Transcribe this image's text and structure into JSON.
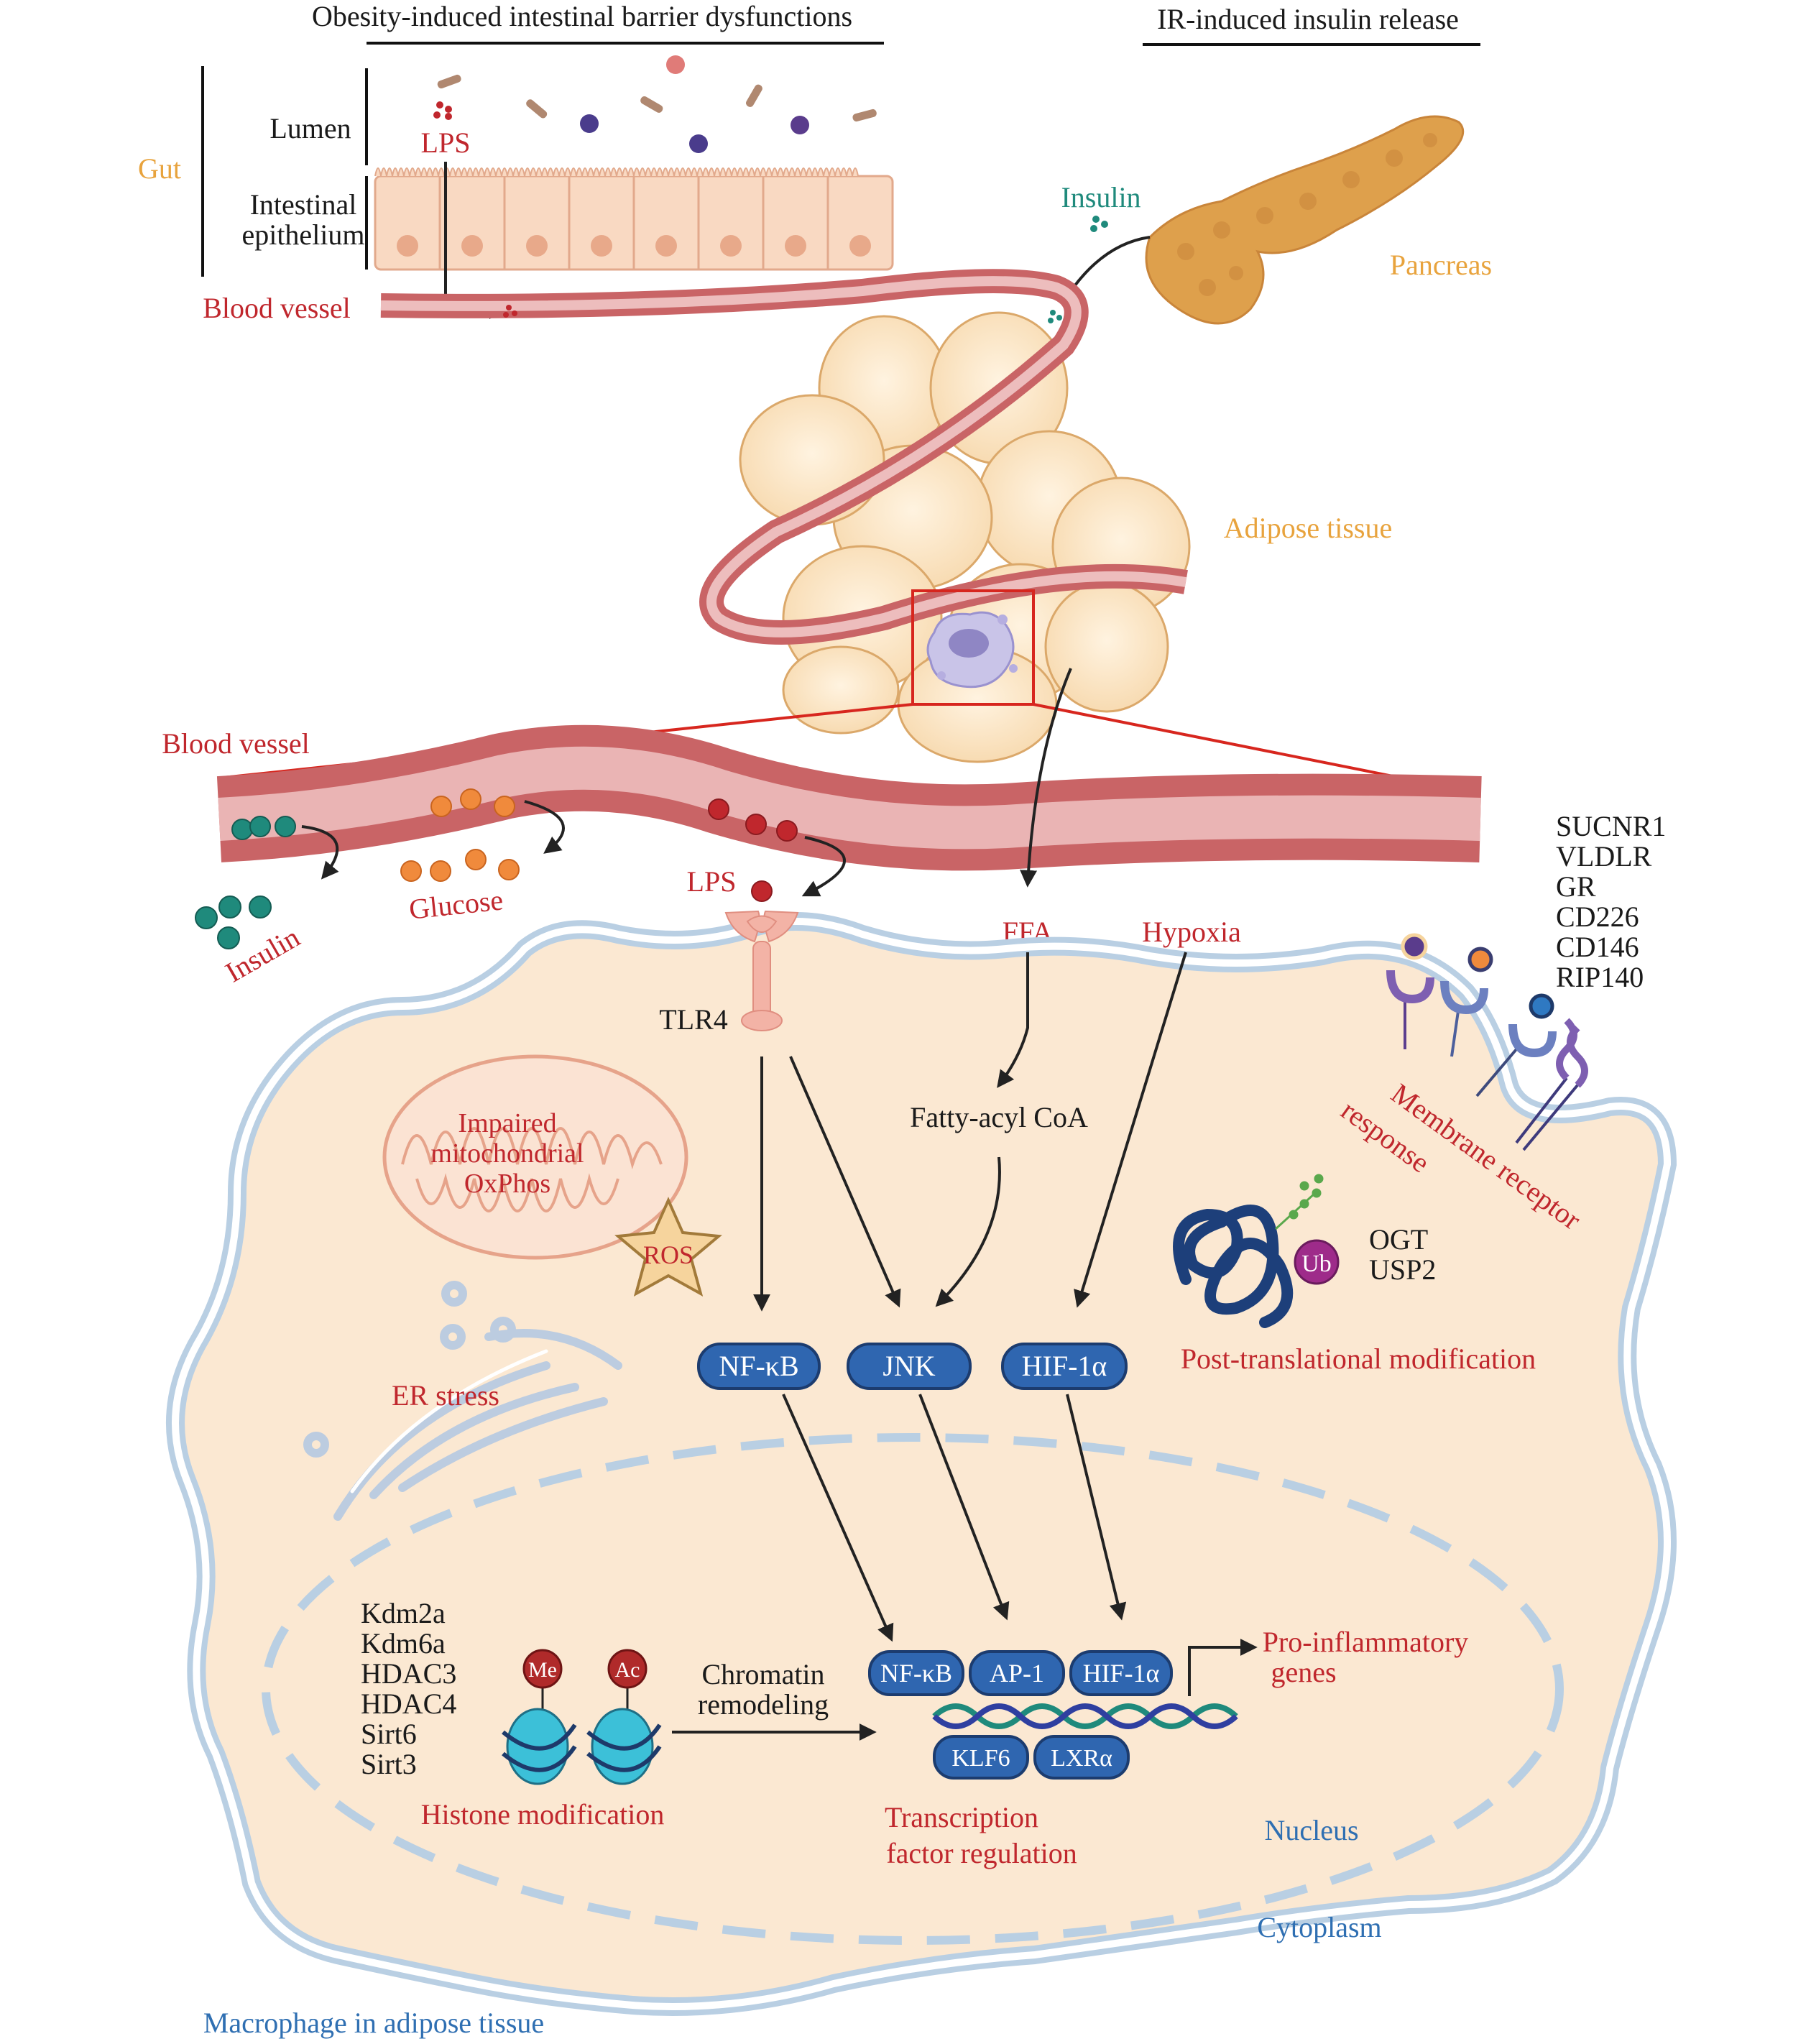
{
  "colors": {
    "cytoplasm": "#fbe8d2",
    "membrane": "#b9cfe3",
    "vessel_outer": "#c96466",
    "vessel_inner": "#e8b3b3",
    "adipocyte": "#fbe0b8",
    "tf_box": "#2f66b0",
    "label_red": "#c0272d",
    "label_orange": "#e8a33d",
    "label_teal": "#1f8a7c",
    "label_blue": "#2f6fb2"
  },
  "header": {
    "left_title": "Obesity-induced intestinal barrier dysfunctions",
    "right_title": "IR-induced insulin release"
  },
  "gut": {
    "label": "Gut",
    "lumen": "Lumen",
    "epithelium_line1": "Intestinal",
    "epithelium_line2": "epithelium",
    "lps": "LPS",
    "blood_vessel": "Blood vessel"
  },
  "pancreas": {
    "label": "Pancreas",
    "insulin": "Insulin"
  },
  "adipose": {
    "label": "Adipose tissue"
  },
  "vessel_zoom": {
    "label": "Blood vessel",
    "insulin": "Insulin",
    "glucose": "Glucose",
    "lps": "LPS",
    "ffa": "FFA",
    "hypoxia": "Hypoxia",
    "tlr4": "TLR4"
  },
  "receptors": {
    "list": [
      "SUCNR1",
      "VLDLR",
      "GR",
      "CD226",
      "CD146",
      "RIP140"
    ],
    "response_line1": "Membrane receptor",
    "response_line2": "response"
  },
  "organelles": {
    "mito_line1": "Impaired",
    "mito_line2": "mitochondrial",
    "mito_line3": "OxPhos",
    "ros": "ROS",
    "er": "ER stress",
    "fatty_acyl": "Fatty-acyl CoA"
  },
  "ptm": {
    "ub": "Ub",
    "enzymes": [
      "OGT",
      "USP2"
    ],
    "label": "Post-translational modification"
  },
  "signaling": {
    "nfkb": "NF-κB",
    "jnk": "JNK",
    "hif": "HIF-1α"
  },
  "nucleus": {
    "histone_enzymes": [
      "Kdm2a",
      "Kdm6a",
      "HDAC3",
      "HDAC4",
      "Sirt6",
      "Sirt3"
    ],
    "me": "Me",
    "ac": "Ac",
    "chromatin_line1": "Chromatin",
    "chromatin_line2": "remodeling",
    "histone_label": "Histone modification",
    "tf_nfkb": "NF-κB",
    "tf_ap1": "AP-1",
    "tf_hif": "HIF-1α",
    "tf_klf6": "KLF6",
    "tf_lxr": "LXRα",
    "proinflam_line1": "Pro-inflammatory",
    "proinflam_line2": "genes",
    "tf_label_line1": "Transcription",
    "tf_label_line2": "factor regulation",
    "nucleus_label": "Nucleus",
    "cytoplasm_label": "Cytoplasm"
  },
  "footer": {
    "macrophage": "Macrophage in adipose tissue"
  }
}
